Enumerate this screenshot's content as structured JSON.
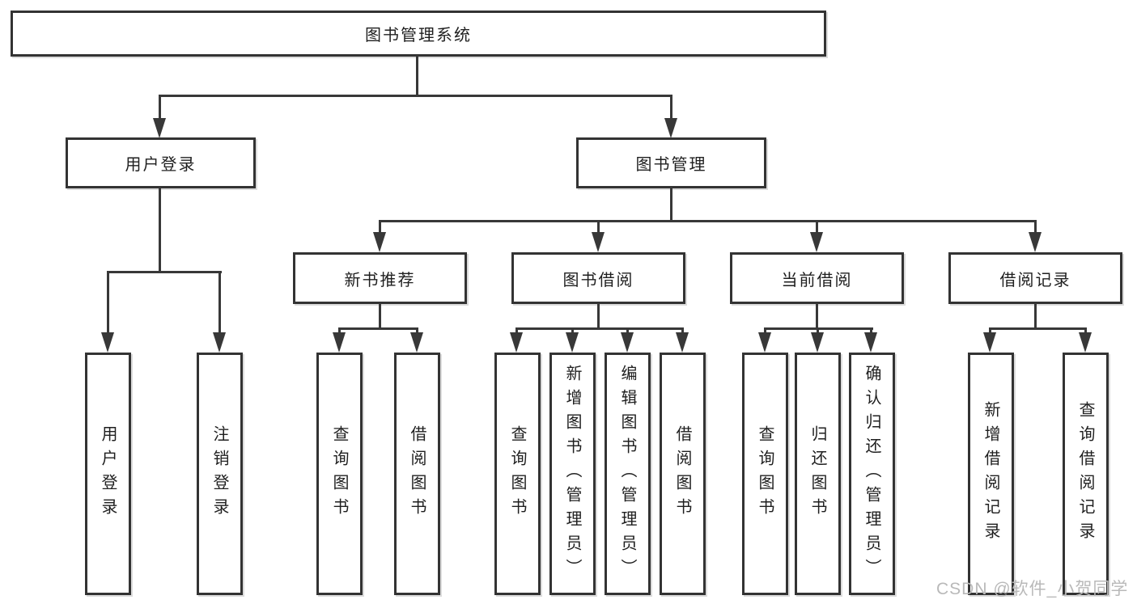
{
  "diagram": {
    "title": "图书管理系统",
    "level2": [
      {
        "label": "用户登录",
        "children": [
          "用户登录",
          "注销登录"
        ]
      },
      {
        "label": "图书管理",
        "children": [
          {
            "label": "新书推荐",
            "children": [
              "查询图书",
              "借阅图书"
            ]
          },
          {
            "label": "图书借阅",
            "children": [
              "查询图书",
              "新增图书（管理员）",
              "编辑图书（管理员）",
              "借阅图书"
            ]
          },
          {
            "label": "当前借阅",
            "children": [
              "查询图书",
              "归还图书",
              "确认归还（管理员）"
            ]
          },
          {
            "label": "借阅记录",
            "children": [
              "新增借阅记录",
              "查询借阅记录"
            ]
          }
        ]
      }
    ]
  },
  "watermark": {
    "text": "CSDN @软件_小贺同学",
    "color": "#b9b9b9"
  },
  "colors": {
    "background": "#ffffff",
    "line": "#383838",
    "box_border": "#333333",
    "box_fill": "#ffffff",
    "text": "#1f1f1f"
  }
}
